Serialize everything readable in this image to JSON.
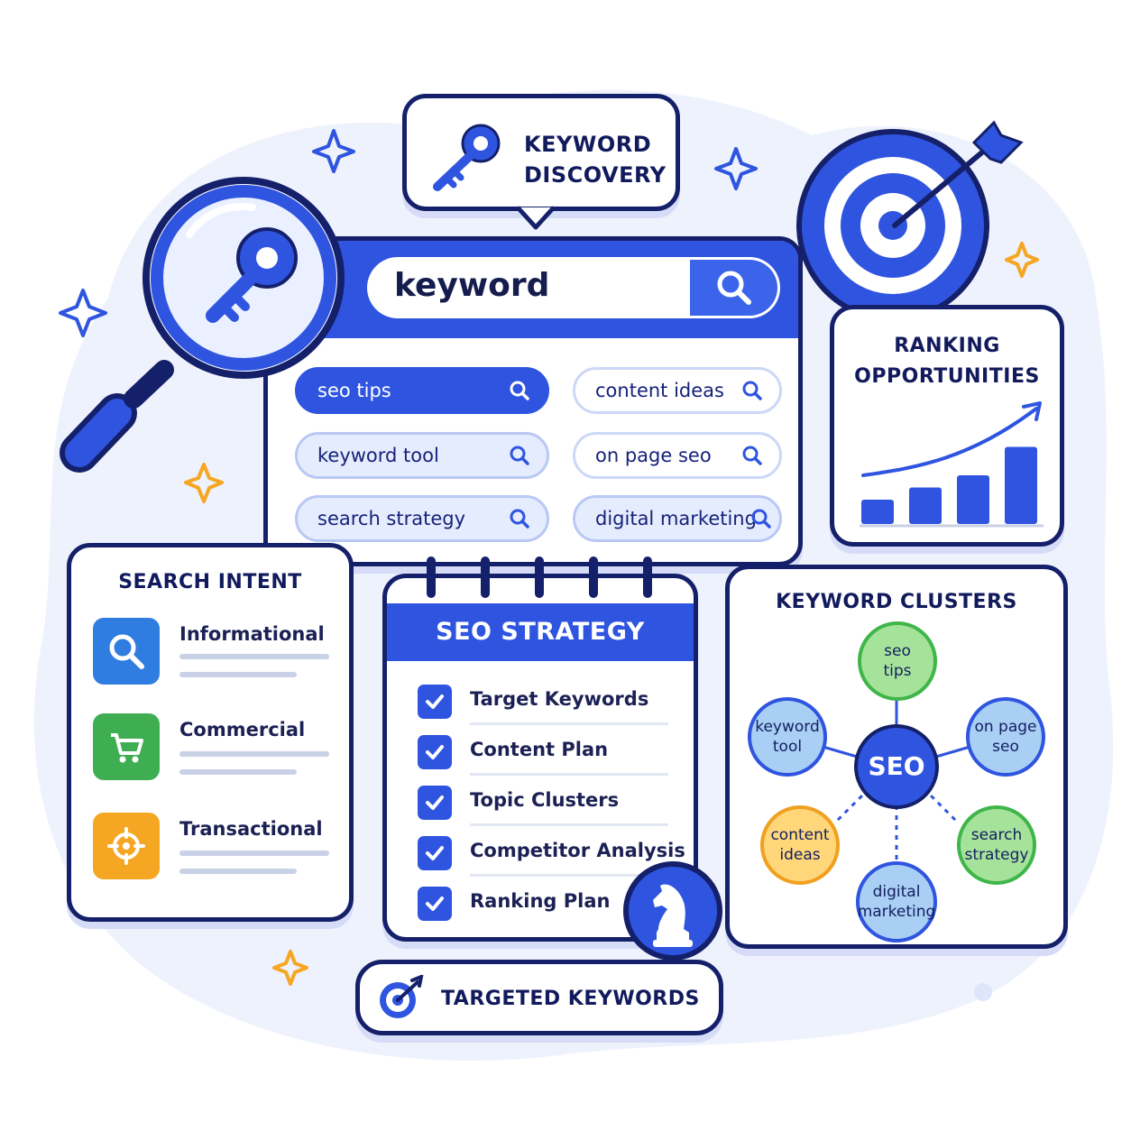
{
  "discovery_bubble": {
    "title_line1": "KEYWORD",
    "title_line2": "DISCOVERY"
  },
  "search": {
    "query": "keyword",
    "suggestions": [
      {
        "label": "seo tips",
        "active": true
      },
      {
        "label": "content ideas",
        "active": false
      },
      {
        "label": "keyword tool",
        "active": false
      },
      {
        "label": "on page seo",
        "active": false
      },
      {
        "label": "search strategy",
        "active": false
      },
      {
        "label": "digital marketing",
        "active": false
      }
    ]
  },
  "ranking": {
    "title_line1": "RANKING",
    "title_line2": "OPPORTUNITIES",
    "bars": [
      0.3,
      0.45,
      0.6,
      0.95
    ]
  },
  "intent": {
    "title": "SEARCH INTENT",
    "items": [
      {
        "label": "Informational",
        "icon": "search-icon",
        "color": "#2f7de0"
      },
      {
        "label": "Commercial",
        "icon": "cart-icon",
        "color": "#3fae52"
      },
      {
        "label": "Transactional",
        "icon": "target-icon",
        "color": "#f5a623"
      }
    ]
  },
  "strategy": {
    "title": "SEO STRATEGY",
    "items": [
      "Target Keywords",
      "Content Plan",
      "Topic Clusters",
      "Competitor Analysis",
      "Ranking Plan"
    ]
  },
  "clusters": {
    "title": "KEYWORD CLUSTERS",
    "center": "SEO",
    "nodes": {
      "seo_tips": [
        "seo",
        "tips"
      ],
      "keyword_tool": [
        "keyword",
        "tool"
      ],
      "on_page_seo": [
        "on page",
        "seo"
      ],
      "content_ideas": [
        "content",
        "ideas"
      ],
      "search_strategy": [
        "search",
        "strategy"
      ],
      "digital_marketing": [
        "digital",
        "marketing"
      ]
    }
  },
  "footer": {
    "label": "TARGETED KEYWORDS"
  },
  "colors": {
    "primary": "#2f55e0",
    "navy": "#15206a",
    "blob": "#eef2fd"
  }
}
